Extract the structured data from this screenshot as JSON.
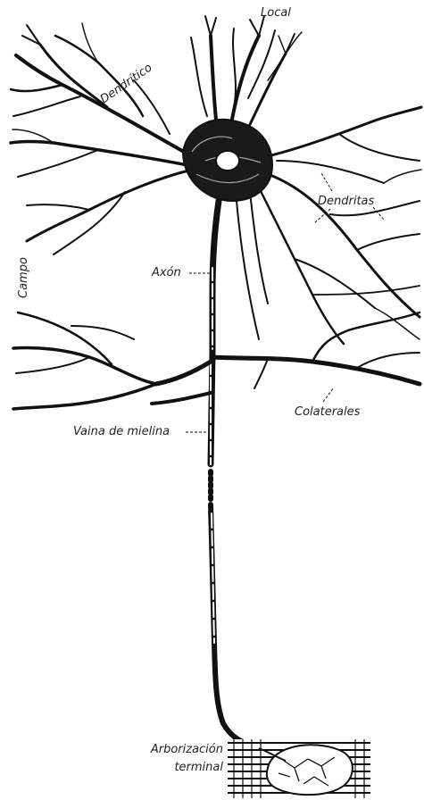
{
  "labels": {
    "local": "Local",
    "dendritico": "Dendrítico",
    "campo": "Campo",
    "dendritas": "Dendritas",
    "axon": "Axón",
    "colaterales": "Colaterales",
    "vaina": "Vaina de mielina",
    "arbor_line1": "Arborización",
    "arbor_line2": "terminal"
  },
  "colors": {
    "ink": "#111111",
    "background": "#ffffff"
  }
}
